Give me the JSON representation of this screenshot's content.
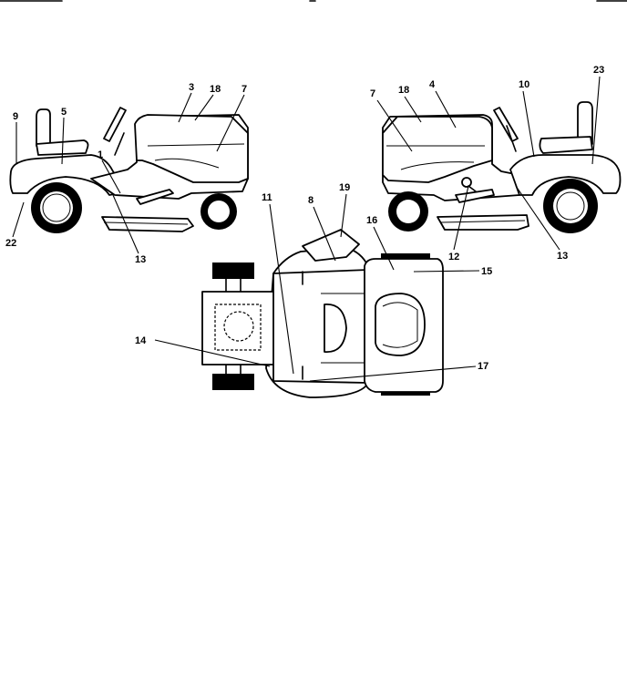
{
  "callouts": {
    "left_view": [
      "9",
      "5",
      "3",
      "18",
      "7",
      "1",
      "22",
      "13"
    ],
    "right_view": [
      "7",
      "18",
      "4",
      "10",
      "23",
      "12",
      "13"
    ],
    "top_view": [
      "11",
      "8",
      "19",
      "16",
      "15",
      "14",
      "17"
    ]
  },
  "colors": {
    "line": "#000000",
    "background": "#ffffff"
  }
}
